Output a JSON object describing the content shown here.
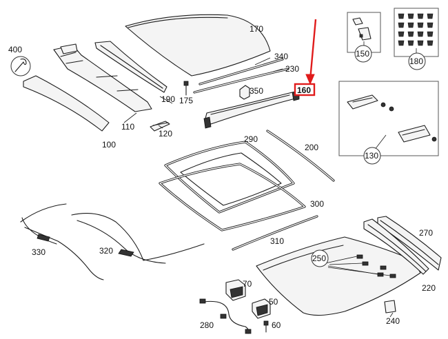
{
  "labels": {
    "p170": "170",
    "p340": "340",
    "p230": "230",
    "p160": "160",
    "p350": "350",
    "p400": "400",
    "p190": "190",
    "p175": "175",
    "p110": "110",
    "p120": "120",
    "p100": "100",
    "p150": "150",
    "p180": "180",
    "p130": "130",
    "p290": "290",
    "p200": "200",
    "p300": "300",
    "p310": "310",
    "p330": "330",
    "p320": "320",
    "p250": "250",
    "p270": "270",
    "p220": "220",
    "p70": "70",
    "p50": "50",
    "p280": "280",
    "p60": "60",
    "p240": "240"
  },
  "highlight": {
    "part": "160",
    "color": "#e01b1b"
  }
}
